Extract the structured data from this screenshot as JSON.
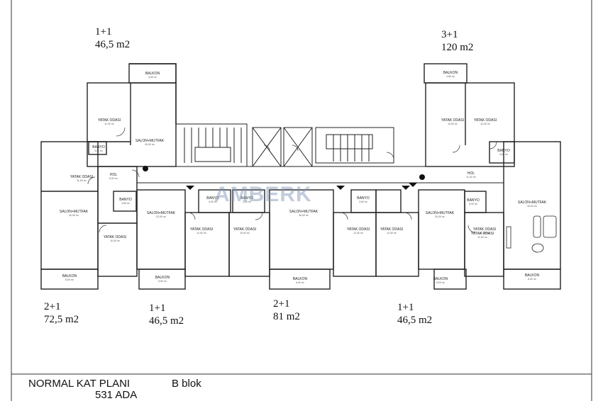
{
  "units": {
    "top_left": {
      "type": "1+1",
      "area": "46,5 m2"
    },
    "top_right": {
      "type": "3+1",
      "area": "120 m2"
    },
    "bottom_1": {
      "type": "2+1",
      "area": "72,5 m2"
    },
    "bottom_2": {
      "type": "1+1",
      "area": "46,5 m2"
    },
    "bottom_3": {
      "type": "2+1",
      "area": "81 m2"
    },
    "bottom_4": {
      "type": "1+1",
      "area": "46,5 m2"
    }
  },
  "footer": {
    "plan_name": "NORMAL KAT PLANI",
    "block": "B blok",
    "parcel": "531 ADA"
  },
  "watermark": "AMBERK",
  "rooms": [
    {
      "name": "BALKON",
      "area": "4,05 m²"
    },
    {
      "name": "YATAK ODASI",
      "area": "11,00 m²"
    },
    {
      "name": "SALON+MUTFAK",
      "area": "20,00 m²"
    },
    {
      "name": "BANYO",
      "area": "3,50 m²"
    },
    {
      "name": "YATAK ODASI",
      "area": "11,00 m²"
    },
    {
      "name": "HOL",
      "area": "6,00 m²"
    },
    {
      "name": "SALON+MUTFAK",
      "area": "20,00 m²"
    },
    {
      "name": "BANYO",
      "area": "3,50 m²"
    },
    {
      "name": "YATAK ODASI",
      "area": "10,00 m²"
    },
    {
      "name": "BALKON",
      "area": "5,00 m²"
    },
    {
      "name": "SALON+MUTFAK",
      "area": "22,00 m²"
    },
    {
      "name": "BANYO",
      "area": "4,00 m²"
    },
    {
      "name": "YATAK ODASI",
      "area": "12,00 m²"
    },
    {
      "name": "YATAK ODASI",
      "area": "10,00 m²"
    },
    {
      "name": "BALKON",
      "area": "5,00 m²"
    },
    {
      "name": "SALON+MUTFAK",
      "area": "26,00 m²"
    },
    {
      "name": "BANYO",
      "area": "3,50 m²"
    },
    {
      "name": "YATAK ODASI",
      "area": "12,00 m²"
    },
    {
      "name": "BANYO",
      "area": "3,50 m²"
    },
    {
      "name": "YATAK ODASI",
      "area": "12,00 m²"
    },
    {
      "name": "BALKON",
      "area": "6,00 m²"
    },
    {
      "name": "SALON+MUTFAK",
      "area": "20,00 m²"
    },
    {
      "name": "YATAK ODASI",
      "area": "11,00 m²"
    },
    {
      "name": "BALKON",
      "area": "5,00 m²"
    },
    {
      "name": "BALKON",
      "area": "4,80 m²"
    },
    {
      "name": "YATAK ODASI",
      "area": "13,00 m²"
    },
    {
      "name": "YATAK ODASI",
      "area": "12,00 m²"
    },
    {
      "name": "BANYO",
      "area": "3,60 m²"
    },
    {
      "name": "HOL",
      "area": "11,00 m²"
    },
    {
      "name": "SALON+MUTFAK",
      "area": "34,00 m²"
    },
    {
      "name": "BANYO",
      "area": "5,00 m²"
    },
    {
      "name": "YATAK ODASI",
      "area": "11,00 m²"
    },
    {
      "name": "BALKON",
      "area": "6,00 m²"
    }
  ]
}
